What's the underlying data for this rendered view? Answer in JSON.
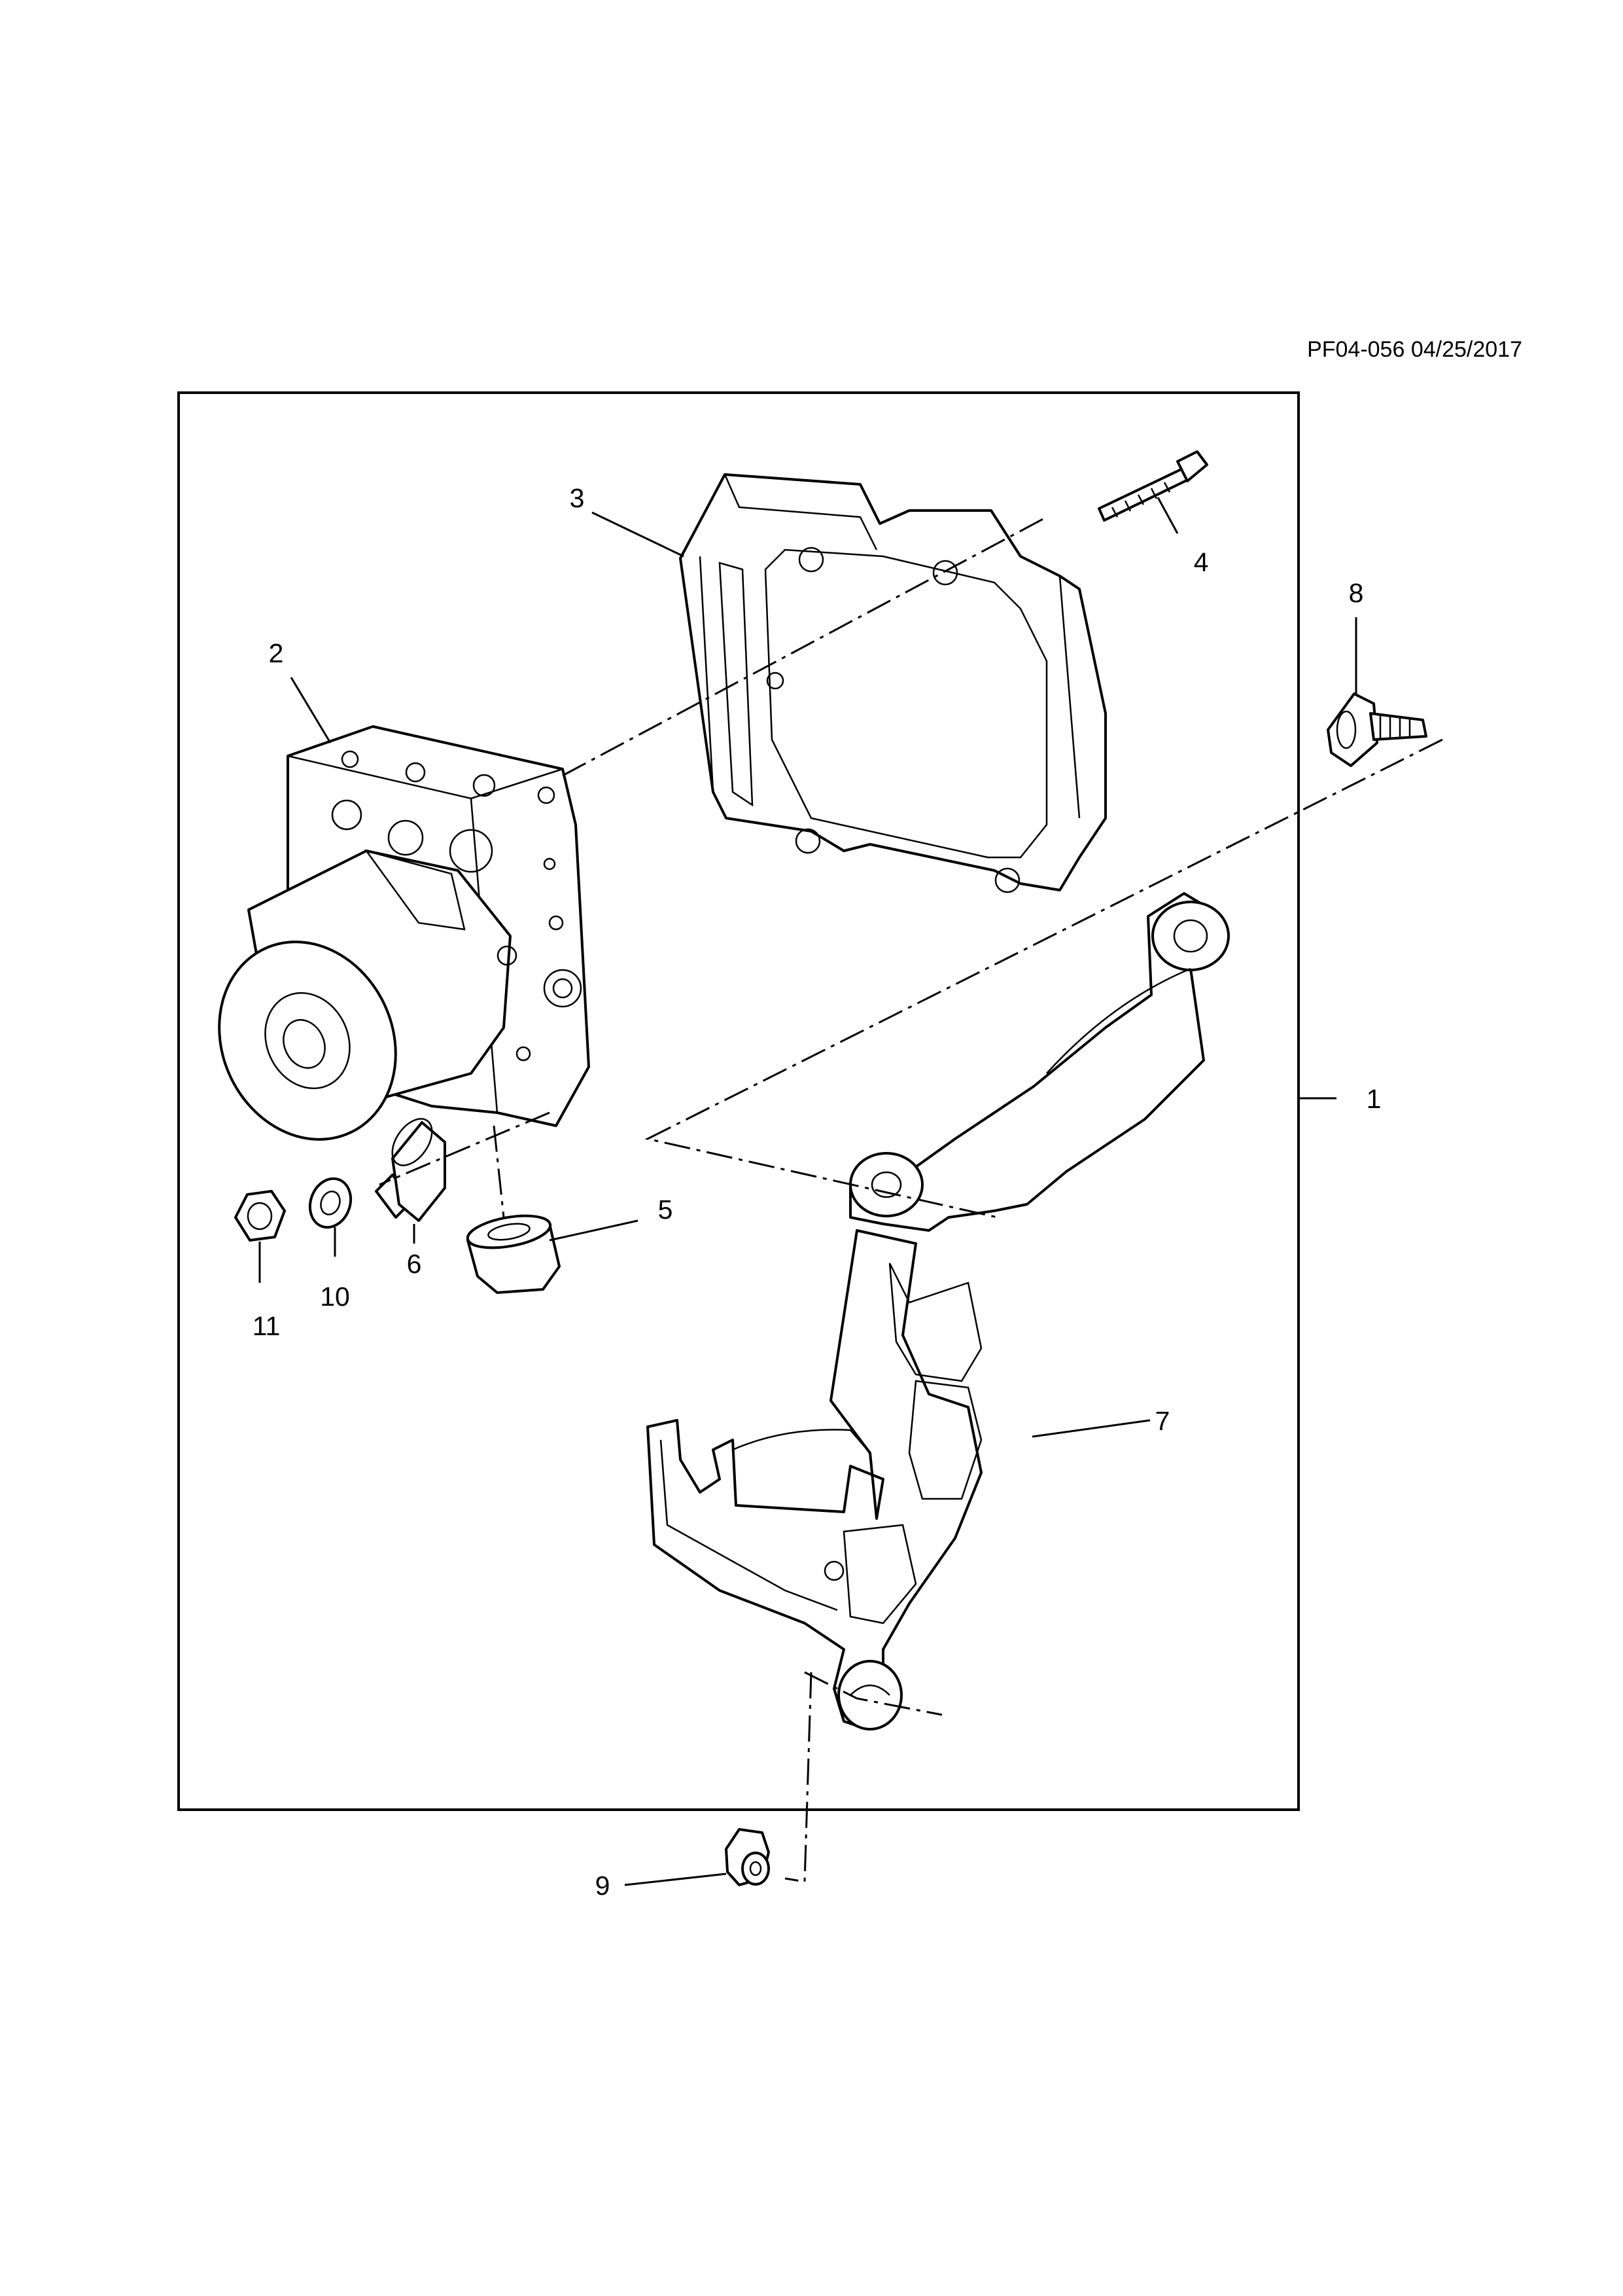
{
  "drawing_code": "PF04-056 04/25/2017",
  "callouts": {
    "c1": "1",
    "c2": "2",
    "c3": "3",
    "c4": "4",
    "c5": "5",
    "c6": "6",
    "c7": "7",
    "c8": "8",
    "c9": "9",
    "c10": "10",
    "c11": "11"
  }
}
